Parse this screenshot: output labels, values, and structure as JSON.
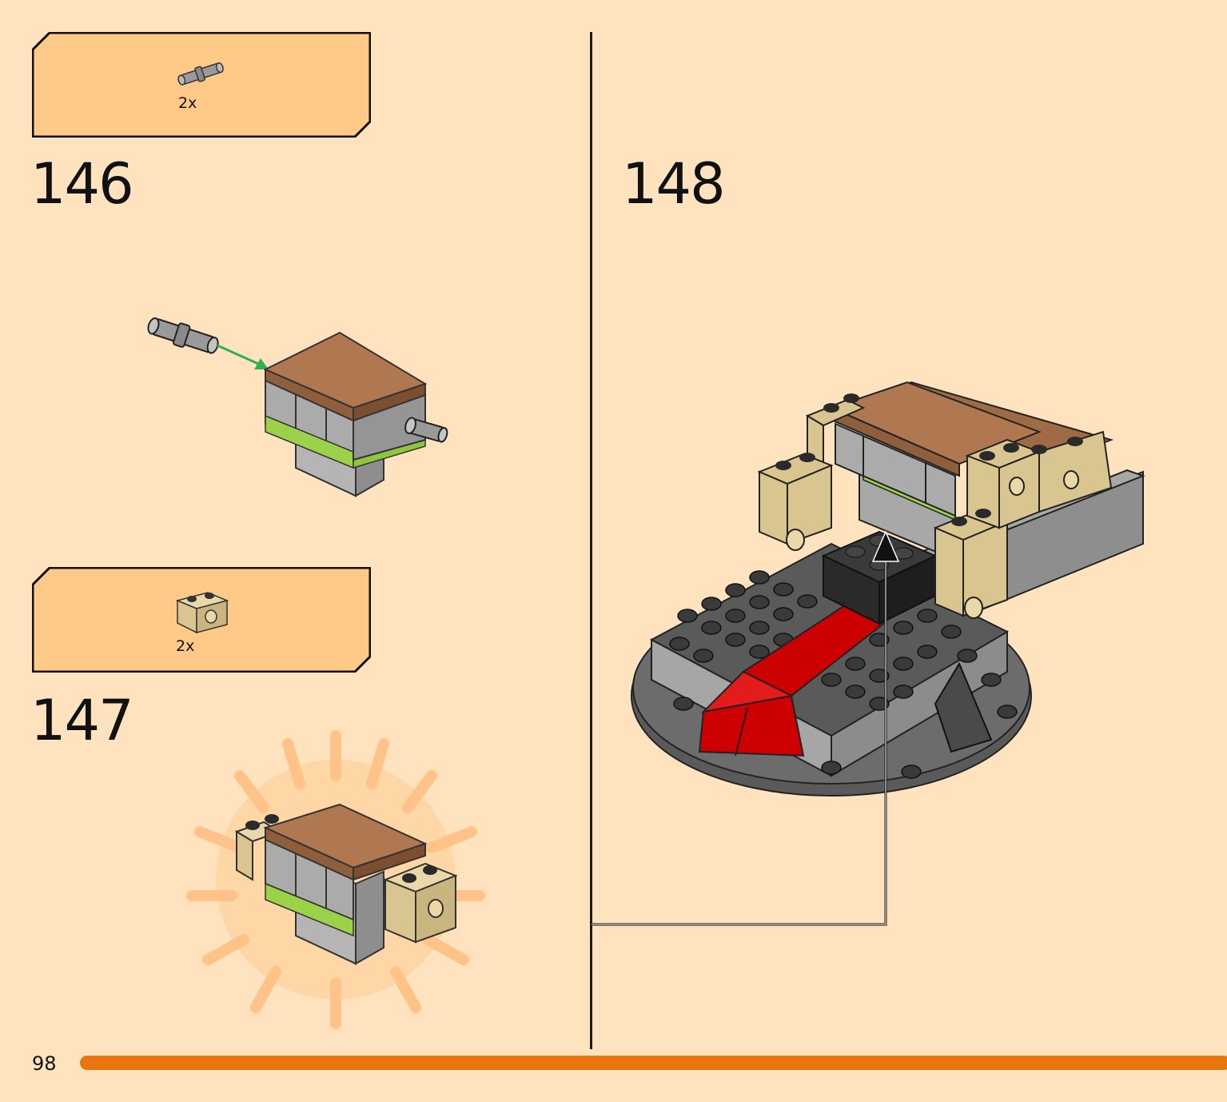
{
  "page": {
    "number": "98",
    "background": "#FFE3BF"
  },
  "progress_bar": {
    "color": "#E8760F"
  },
  "steps": [
    {
      "number": "146",
      "parts": [
        {
          "icon": "technic-pin-icon",
          "quantity": "2x"
        }
      ]
    },
    {
      "number": "147",
      "parts": [
        {
          "icon": "technic-brick-tan-icon",
          "quantity": "2x"
        }
      ]
    },
    {
      "number": "148"
    }
  ],
  "colors": {
    "callout_fill": "#FFC987",
    "brown_tile": "#B07850",
    "light_gray": "#A8A8A8",
    "dark_gray": "#5A5A5A",
    "lime": "#9BD24A",
    "tan": "#D9C58F",
    "red": "#CC0000",
    "black_brick": "#2A2A2A",
    "arrow_green": "#2DB34A"
  }
}
